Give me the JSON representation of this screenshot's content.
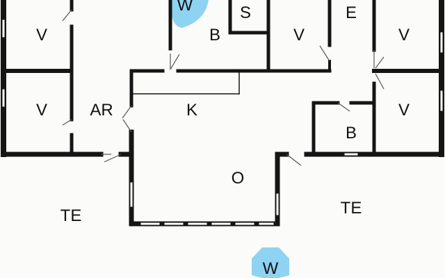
{
  "floorplan": {
    "colors": {
      "background": "#ffffff",
      "floor": "#fbfbfa",
      "wall": "#151515",
      "pool": "#8fd3f2",
      "door": "#555555"
    },
    "rooms": [
      {
        "id": "v-top-left",
        "label": "V"
      },
      {
        "id": "w-top",
        "label": "W"
      },
      {
        "id": "b-top",
        "label": "B"
      },
      {
        "id": "s",
        "label": "S"
      },
      {
        "id": "v-top-mid",
        "label": "V"
      },
      {
        "id": "e",
        "label": "E"
      },
      {
        "id": "v-top-right",
        "label": "V"
      },
      {
        "id": "v-mid-left",
        "label": "V"
      },
      {
        "id": "ar",
        "label": "AR"
      },
      {
        "id": "k",
        "label": "K"
      },
      {
        "id": "v-mid-right",
        "label": "V"
      },
      {
        "id": "b-bottom",
        "label": "B"
      },
      {
        "id": "o",
        "label": "O"
      },
      {
        "id": "te-left",
        "label": "TE"
      },
      {
        "id": "te-right",
        "label": "TE"
      },
      {
        "id": "w-bottom",
        "label": "W"
      }
    ]
  }
}
